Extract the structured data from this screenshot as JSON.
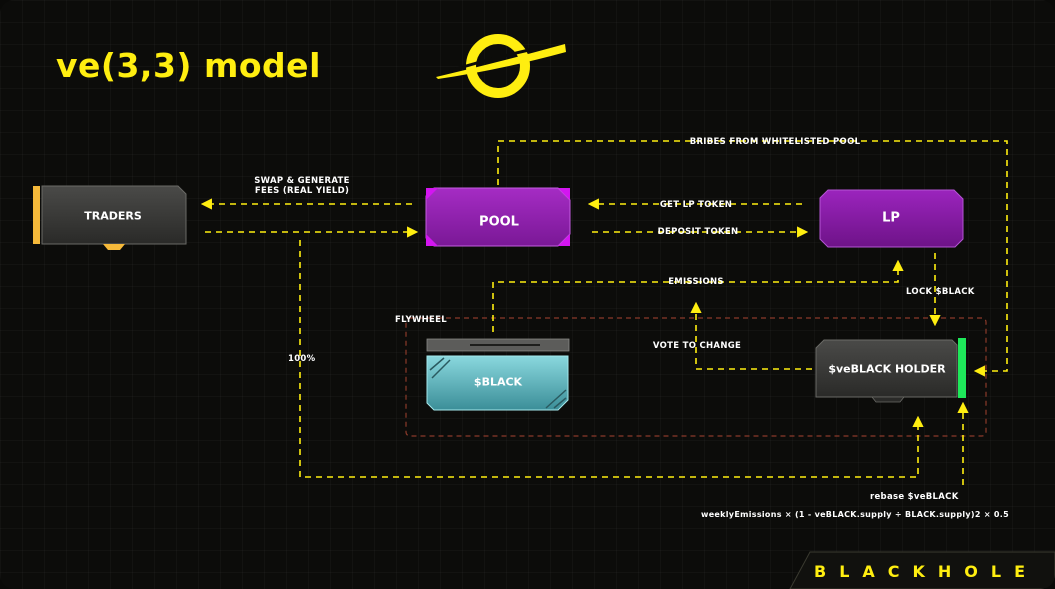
{
  "title": "ve(3,3) model",
  "brand": {
    "wordmark": "BLACKHOLE"
  },
  "nodes": {
    "traders": "TRADERS",
    "pool": "POOL",
    "lp": "LP",
    "black": "$BLACK",
    "veblack_holder": "$veBLACK HOLDER"
  },
  "labels": {
    "swap_line1": "SWAP & GENERATE",
    "swap_line2": "FEES (REAL YIELD)",
    "bribes": "BRIBES FROM WHITELISTED POOL",
    "get_lp_token": "GET LP TOKEN",
    "deposit_token": "DEPOSIT TOKEN",
    "emissions": "EMISSIONS",
    "lock_black": "LOCK $BLACK",
    "flywheel": "FLYWHEEL",
    "vote_to_change": "VOTE TO CHANGE",
    "percent": "100%",
    "rebase": "rebase $veBLACK",
    "formula": "weeklyEmissions × (1 - veBLACK.supply ÷ BLACK.supply)2 × 0.5"
  },
  "colors": {
    "accent": "#ffee10",
    "pool": "#9a20b8",
    "pool_corner": "#d316f0",
    "lp": "#8a1cab",
    "black": "#5fb8c0",
    "holder_accent": "#1ee85a",
    "traders_accent": "#f5b93a",
    "flywheel": "#8a3a2a"
  },
  "icons": {
    "logo": "blackhole-ring-logo",
    "arrow": "arrowhead"
  }
}
